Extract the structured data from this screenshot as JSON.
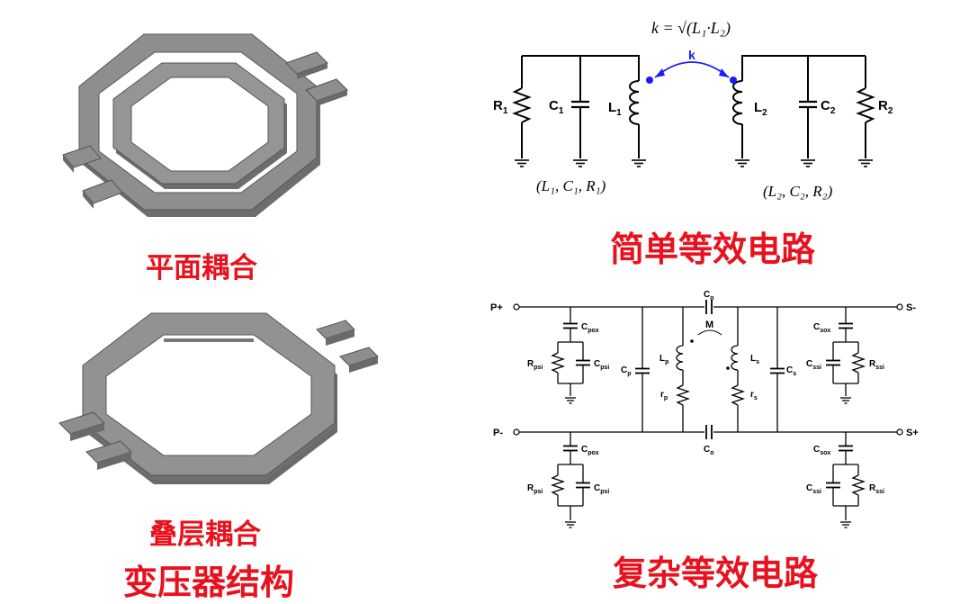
{
  "captions": {
    "planar": "平面耦合",
    "stacked": "叠层耦合",
    "structure": "变压器结构",
    "simple_circuit": "简单等效电路",
    "complex_circuit": "复杂等效电路"
  },
  "simple_circuit": {
    "formula": "k = √(L₁·L₂)",
    "coupling_label": "k",
    "r1": "R",
    "r1_sub": "1",
    "c1": "C",
    "c1_sub": "1",
    "l1": "L",
    "l1_sub": "1",
    "l2": "L",
    "l2_sub": "2",
    "c2": "C",
    "c2_sub": "2",
    "r2": "R",
    "r2_sub": "2",
    "left_params": "(L₁, C₁, R₁)",
    "right_params": "(L₂, C₂, R₂)"
  },
  "complex_circuit": {
    "p_plus": "P+",
    "p_minus": "P-",
    "s_minus": "S-",
    "s_plus": "S+",
    "co_top": "C",
    "co_top_sub": "o",
    "co_bottom": "C",
    "co_bottom_sub": "o",
    "m": "M",
    "cpox": "C",
    "cpox_sub": "pox",
    "cpsi": "C",
    "cpsi_sub": "psi",
    "rpsi": "R",
    "rpsi_sub": "psi",
    "cp": "C",
    "cp_sub": "p",
    "lp": "L",
    "lp_sub": "p",
    "rp": "r",
    "rp_sub": "p",
    "ls": "L",
    "ls_sub": "s",
    "rs": "r",
    "rs_sub": "s",
    "cs": "C",
    "cs_sub": "s",
    "csox": "C",
    "csox_sub": "sox",
    "cssi": "C",
    "cssi_sub": "ssi",
    "rssi": "R",
    "rssi_sub": "ssi"
  },
  "colors": {
    "caption_red": "#e8121e",
    "coupling_blue": "#1a1aff",
    "metal_top": "#8f8f8f",
    "metal_side": "#6a6a6a"
  }
}
